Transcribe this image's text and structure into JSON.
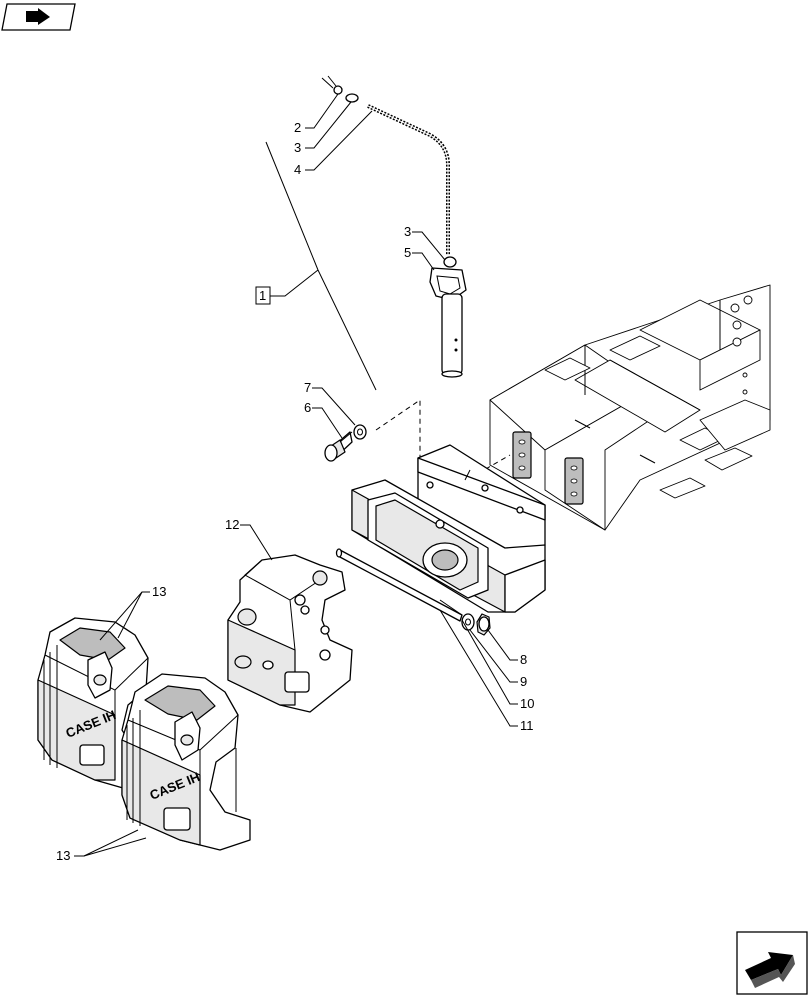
{
  "callouts": {
    "c1": "1",
    "c2": "2",
    "c3a": "3",
    "c4": "4",
    "c3b": "3",
    "c5": "5",
    "c7": "7",
    "c6": "6",
    "c12": "12",
    "c13a": "13",
    "c8": "8",
    "c9": "9",
    "c10": "10",
    "c11": "11",
    "c13b": "13"
  },
  "branding": {
    "weight_logo_a": "CASE IH",
    "weight_logo_b": "CASE IH"
  },
  "icons": {
    "top_left": "back-arrow-icon",
    "bottom_right": "next-arrow-icon"
  },
  "colors": {
    "line": "#000000",
    "background": "#ffffff",
    "shade_light": "#e8e8e8",
    "shade_dark": "#bdbdbd"
  }
}
